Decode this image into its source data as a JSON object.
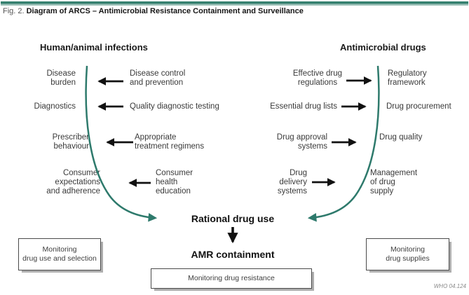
{
  "figure": {
    "label": "Fig. 2.",
    "title": "Diagram of ARCS – Antimicrobial Resistance Containment and Surveillance",
    "credit": "WHO 04.124"
  },
  "colors": {
    "teal_accent": "#2e7a6c",
    "arrow_black": "#111111",
    "text": "#3a3a3a"
  },
  "left": {
    "header": "Human/animal infections",
    "rows": [
      {
        "target": "Disease\nburden",
        "source": "Disease control\nand prevention"
      },
      {
        "target": "Diagnostics",
        "source": "Quality diagnostic testing"
      },
      {
        "target": "Prescriber\nbehaviour",
        "source": "Appropriate\ntreatment regimens"
      },
      {
        "target": "Consumer\nexpectations\nand adherence",
        "source": "Consumer\nhealth\neducation"
      }
    ],
    "monitor_box": "Monitoring\ndrug use and selection"
  },
  "right": {
    "header": "Antimicrobial drugs",
    "rows": [
      {
        "source": "Effective drug\nregulations",
        "target": "Regulatory\nframework"
      },
      {
        "source": "Essential drug lists",
        "target": "Drug procurement"
      },
      {
        "source": "Drug approval\nsystems",
        "target": "Drug quality"
      },
      {
        "source": "Drug\ndelivery\nsystems",
        "target": "Management\nof drug\nsupply"
      }
    ],
    "monitor_box": "Monitoring\ndrug supplies"
  },
  "center": {
    "rational": "Rational drug use",
    "amr": "AMR containment",
    "monitor_box": "Monitoring drug resistance"
  }
}
